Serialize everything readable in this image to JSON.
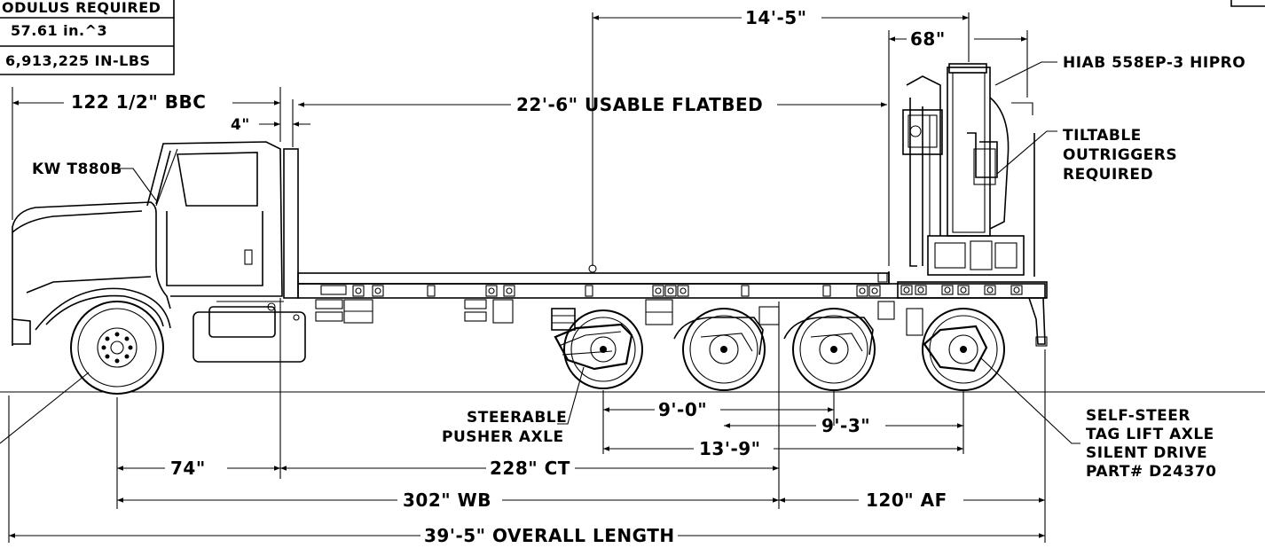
{
  "spec_box": {
    "line1": "ODULUS REQUIRED",
    "line2": "57.61 in.^3",
    "line3": "6,913,225 IN-LBS"
  },
  "callouts": {
    "cab": "KW T880B",
    "crane": "HIAB 558EP-3 HIPRO",
    "outriggers": [
      "TILTABLE",
      "OUTRIGGERS",
      "REQUIRED"
    ],
    "pusher": [
      "STEERABLE",
      "PUSHER AXLE"
    ],
    "tag": [
      "SELF-STEER",
      "TAG LIFT AXLE",
      "SILENT DRIVE",
      "PART# D24370"
    ]
  },
  "dimensions": {
    "bbc": "122 1/2\" BBC",
    "gap": "4\"",
    "flatbed": "22'-6\" USABLE FLATBED",
    "crane_pos": "14'-5\"",
    "crane_width": "68\"",
    "axle_9_0": "9'-0\"",
    "axle_9_3": "9'-3\"",
    "axle_13_9": "13'-9\"",
    "front_74": "74\"",
    "ct": "228\" CT",
    "wb": "302\" WB",
    "af": "120\" AF",
    "overall": "39'-5\" OVERALL LENGTH"
  }
}
